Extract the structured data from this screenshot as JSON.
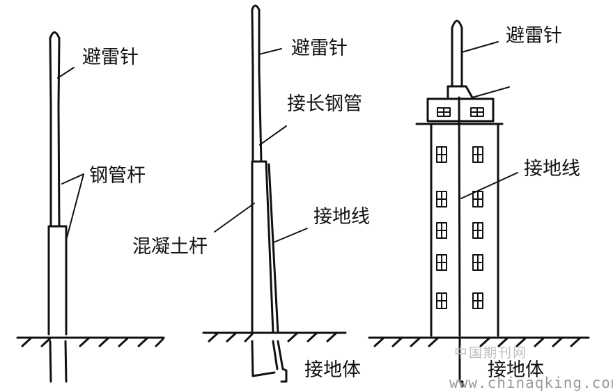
{
  "labels": {
    "lightning_rod_1": "避雷针",
    "steel_pipe_pole": "钢管杆",
    "lightning_rod_2": "避雷针",
    "extension_steel_pipe": "接长钢管",
    "ground_wire_1": "接地线",
    "concrete_pole": "混凝土杆",
    "ground_body_1": "接地体",
    "lightning_rod_3": "避雷针",
    "ground_wire_2": "接地线",
    "ground_body_2": "接地体"
  },
  "watermark": {
    "source_cn": "中国期刊网",
    "url": "www.chinaqking.com"
  },
  "colors": {
    "ink": "#111111",
    "watermark": "#a0a0a0",
    "background": "#ffffff"
  }
}
